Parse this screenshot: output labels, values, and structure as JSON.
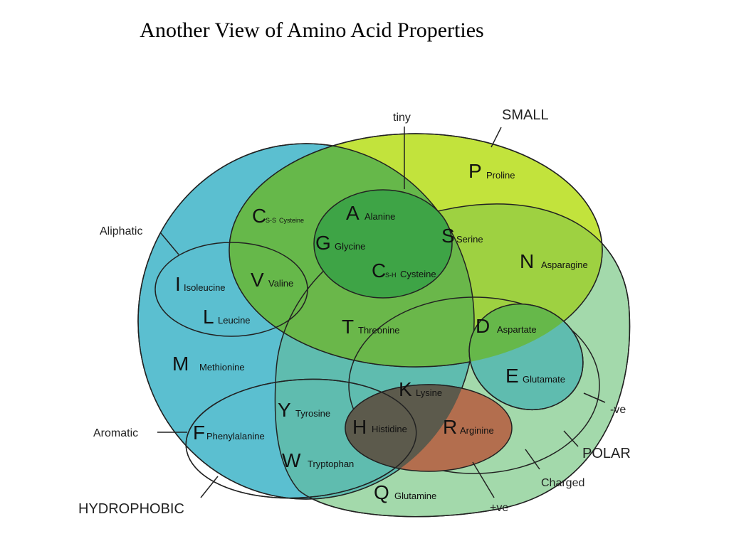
{
  "title": "Another View of Amino Acid Properties",
  "colors": {
    "hydrophobic": "#5bbfd0",
    "small": "#c2e33c",
    "polar": "#a3d9ab",
    "overlap": "#66b84a",
    "tiny": "#3ea446",
    "positive": "#b36e4e",
    "dark": "#5c5a4c"
  },
  "set_labels": {
    "hydrophobic": "HYDROPHOBIC",
    "small": "SMALL",
    "tiny": "tiny",
    "aliphatic": "Aliphatic",
    "aromatic": "Aromatic",
    "polar": "POLAR",
    "charged": "Charged",
    "negative": "-ve",
    "positive": "+ve"
  },
  "amino_acids": {
    "proline": {
      "code": "P",
      "name": "Proline"
    },
    "alanine": {
      "code": "A",
      "name": "Alanine"
    },
    "cysteine_ss": {
      "code": "C",
      "sub": "S-S",
      "name": "Cysteine"
    },
    "glycine": {
      "code": "G",
      "name": "Glycine"
    },
    "serine": {
      "code": "S",
      "name": "Serine"
    },
    "cysteine_sh": {
      "code": "C",
      "sub": "S-H",
      "name": "Cysteine"
    },
    "asparagine": {
      "code": "N",
      "name": "Asparagine"
    },
    "isoleucine": {
      "code": "I",
      "name": "Isoleucine"
    },
    "valine": {
      "code": "V",
      "name": "Valine"
    },
    "leucine": {
      "code": "L",
      "name": "Leucine"
    },
    "threonine": {
      "code": "T",
      "name": "Threonine"
    },
    "aspartate": {
      "code": "D",
      "name": "Aspartate"
    },
    "glutamate": {
      "code": "E",
      "name": "Glutamate"
    },
    "methionine": {
      "code": "M",
      "name": "Methionine"
    },
    "lysine": {
      "code": "K",
      "name": "Lysine"
    },
    "tyrosine": {
      "code": "Y",
      "name": "Tyrosine"
    },
    "phenylalanine": {
      "code": "F",
      "name": "Phenylalanine"
    },
    "histidine": {
      "code": "H",
      "name": "Histidine"
    },
    "arginine": {
      "code": "R",
      "name": "Arginine"
    },
    "tryptophan": {
      "code": "W",
      "name": "Tryptophan"
    },
    "glutamine": {
      "code": "Q",
      "name": "Glutamine"
    }
  }
}
